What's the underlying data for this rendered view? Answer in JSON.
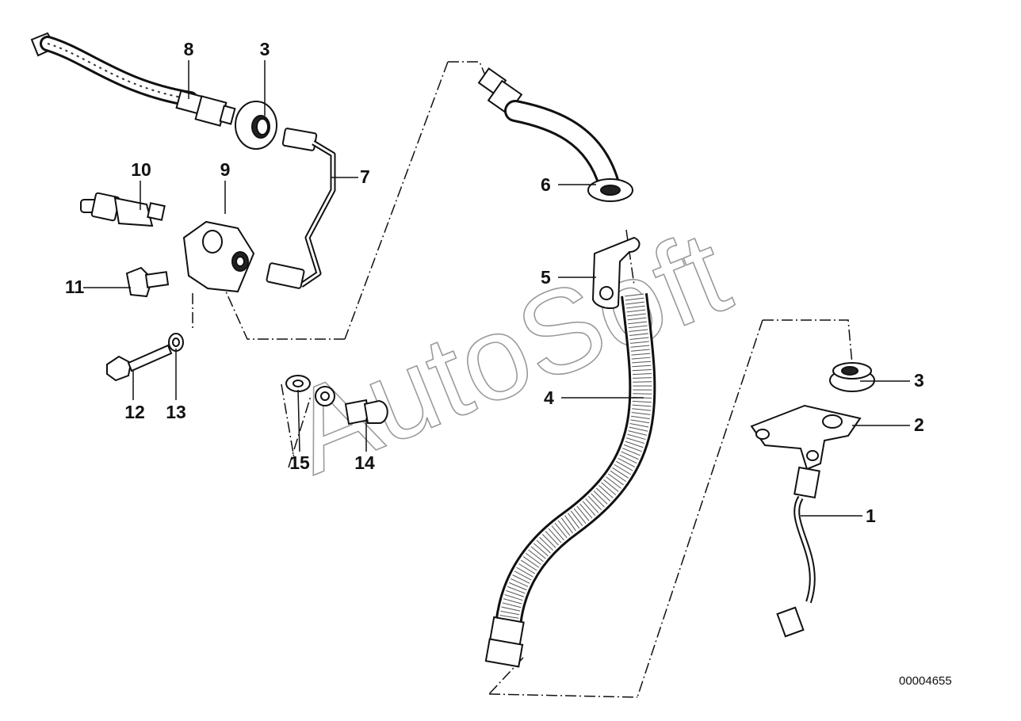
{
  "diagram": {
    "reference_number": "00004655",
    "watermark": "AutoSoft",
    "labels": {
      "p1": "1",
      "p2": "2",
      "p3a": "3",
      "p3b": "3",
      "p4": "4",
      "p5": "5",
      "p6": "6",
      "p7": "7",
      "p8": "8",
      "p9": "9",
      "p10": "10",
      "p11": "11",
      "p12": "12",
      "p13": "13",
      "p14": "14",
      "p15": "15"
    }
  }
}
